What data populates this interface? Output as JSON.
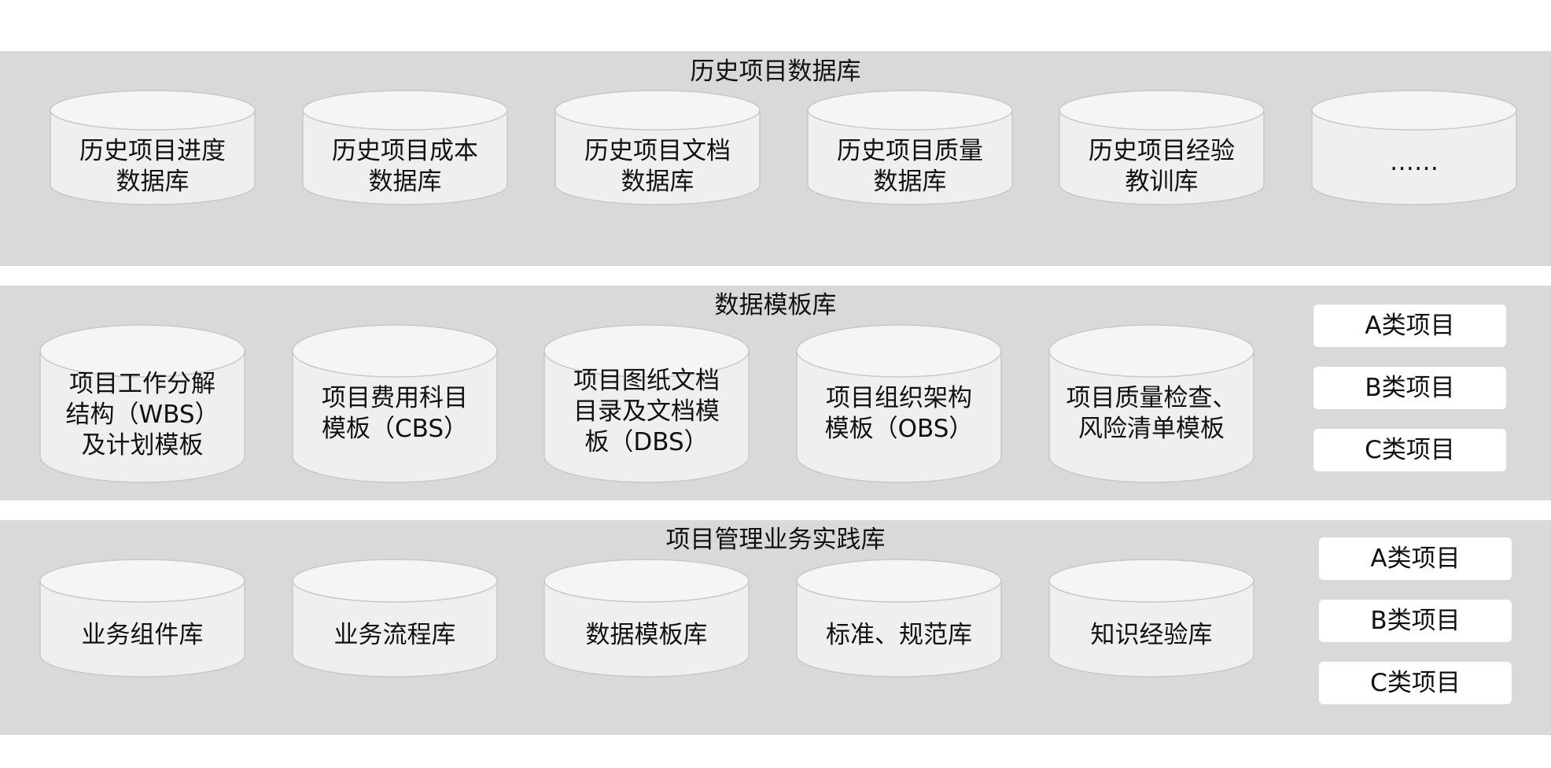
{
  "bands": [
    {
      "title": "历史项目数据库",
      "items": [
        {
          "label": "历史项目进度\n数据库"
        },
        {
          "label": "历史项目成本\n数据库"
        },
        {
          "label": "历史项目文档\n数据库"
        },
        {
          "label": "历史项目质量\n数据库"
        },
        {
          "label": "历史项目经验\n教训库"
        },
        {
          "label": "……"
        }
      ]
    },
    {
      "title": "数据模板库",
      "items": [
        {
          "label": "项目工作分解\n结构（WBS）\n及计划模板"
        },
        {
          "label": "项目费用科目\n模板（CBS）"
        },
        {
          "label": "项目图纸文档\n目录及文档模\n板（DBS）"
        },
        {
          "label": "项目组织架构\n模板（OBS）"
        },
        {
          "label": "项目质量检查、\n风险清单模板"
        }
      ],
      "tags": [
        "A类项目",
        "B类项目",
        "C类项目"
      ]
    },
    {
      "title": "项目管理业务实践库",
      "items": [
        {
          "label": "业务组件库"
        },
        {
          "label": "业务流程库"
        },
        {
          "label": "数据模板库"
        },
        {
          "label": "标准、规范库"
        },
        {
          "label": "知识经验库"
        }
      ],
      "tags": [
        "A类项目",
        "B类项目",
        "C类项目"
      ]
    }
  ],
  "colors": {
    "band_bg": "#d9d9d9",
    "cylinder_body": "#efefef",
    "cylinder_top": "#f5f5f5",
    "cylinder_stroke": "#c8c8c8",
    "tag_bg": "#ffffff"
  }
}
